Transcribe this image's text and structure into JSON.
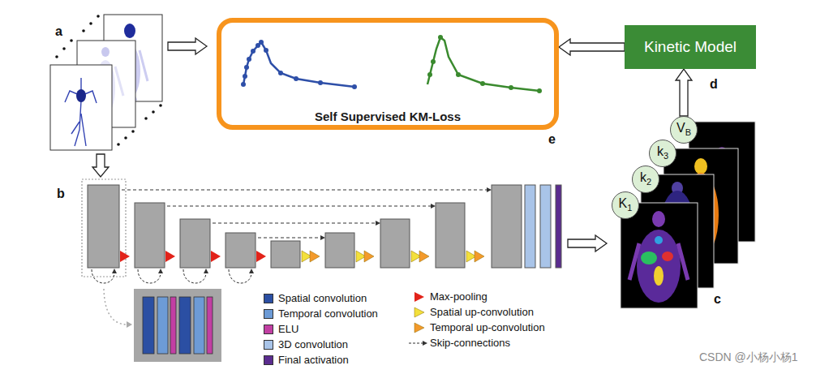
{
  "diagram": {
    "nodes": [
      {
        "text": [
          "Self Supervised KM-Loss"
        ]
      },
      {
        "text": [
          "Kinetic Model"
        ]
      },
      {
        "text": [
          "K1"
        ]
      },
      {
        "text": [
          "k2"
        ]
      },
      {
        "text": [
          "k3"
        ]
      },
      {
        "text": [
          "VB"
        ]
      }
    ],
    "edges": [
      {
        "from": 1,
        "to": 0,
        "arrow": "to"
      },
      {
        "from": 5,
        "to": 1,
        "arrow": "to"
      }
    ],
    "labels": [
      "a",
      "b",
      "c",
      "d",
      "e",
      "CSDN @小杨小杨1"
    ],
    "legend": [
      {
        "text": "Spatial convolution",
        "color": "#2b4fa3"
      },
      {
        "text": "Temporal convolution",
        "color": "#6d9bd6"
      },
      {
        "text": "ELU",
        "color": "#c23fa3"
      },
      {
        "text": "3D convolution",
        "color": "#a9c4e8"
      },
      {
        "text": "Final activation",
        "color": "#5b2c8f"
      },
      {
        "text": "Max-pooling"
      },
      {
        "text": "Spatial up-convolution"
      },
      {
        "text": "Temporal up-convolution"
      },
      {
        "text": "Skip-connections"
      }
    ]
  }
}
